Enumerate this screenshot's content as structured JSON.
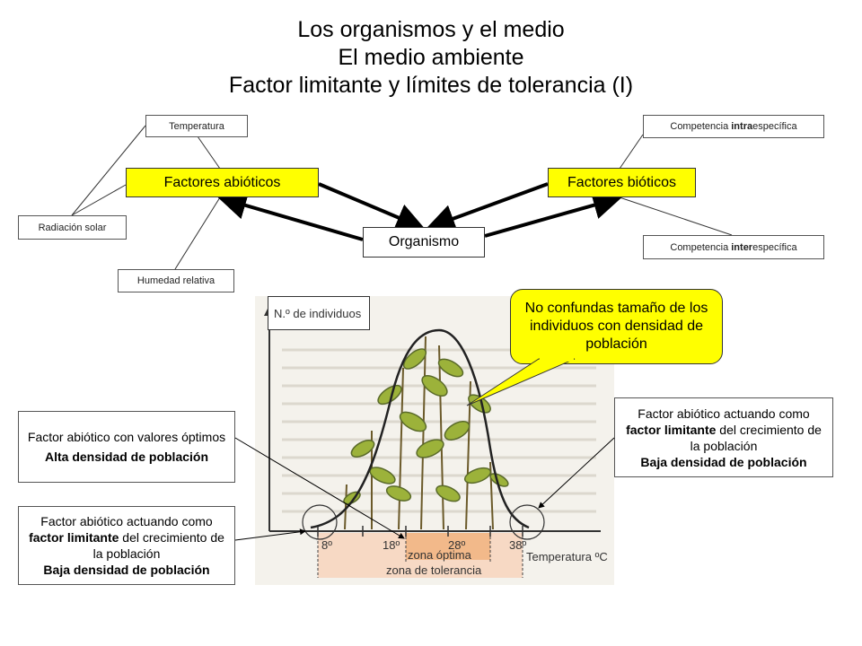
{
  "title": {
    "line1": "Los organismos y el medio",
    "line2": "El medio ambiente",
    "line3": "Factor limitante y límites de tolerancia (I)"
  },
  "top_diagram": {
    "abioticos": "Factores abióticos",
    "bioticos": "Factores bióticos",
    "organismo": "Organismo",
    "temperatura": "Temperatura",
    "radiacion": "Radiación solar",
    "humedad": "Humedad relativa",
    "comp_intra": {
      "pre": "Competencia ",
      "bold": "intra",
      "post": "específica"
    },
    "comp_inter": {
      "pre": "Competencia ",
      "bold": "inter",
      "post": "específica"
    }
  },
  "figure": {
    "ylabel": "N.º de individuos",
    "ticks": [
      "8º",
      "18º",
      "28º",
      "38º"
    ],
    "xlabel": "Temperatura ºC",
    "zona_optima": "zona óptima",
    "zona_tolerancia": "zona de tolerancia"
  },
  "callout": "No confundas tamaño de los individuos con densidad de población",
  "notes": {
    "optimos": {
      "line1": "Factor abiótico con valores óptimos",
      "bold": "Alta densidad de población"
    },
    "left_limit": {
      "pre": "Factor abiótico actuando como ",
      "bold1": "factor limitante",
      "mid": " del crecimiento de la población",
      "bold2": "Baja densidad de población"
    },
    "right_limit": {
      "pre": "Factor abiótico actuando como ",
      "bold1": "factor limitante",
      "mid": " del crecimiento de la población",
      "bold2": "Baja densidad de población"
    }
  },
  "colors": {
    "accent_yellow": "#ffff00",
    "optimal_band": "#f2b98a",
    "tolerance_band": "#f7d9c4"
  }
}
